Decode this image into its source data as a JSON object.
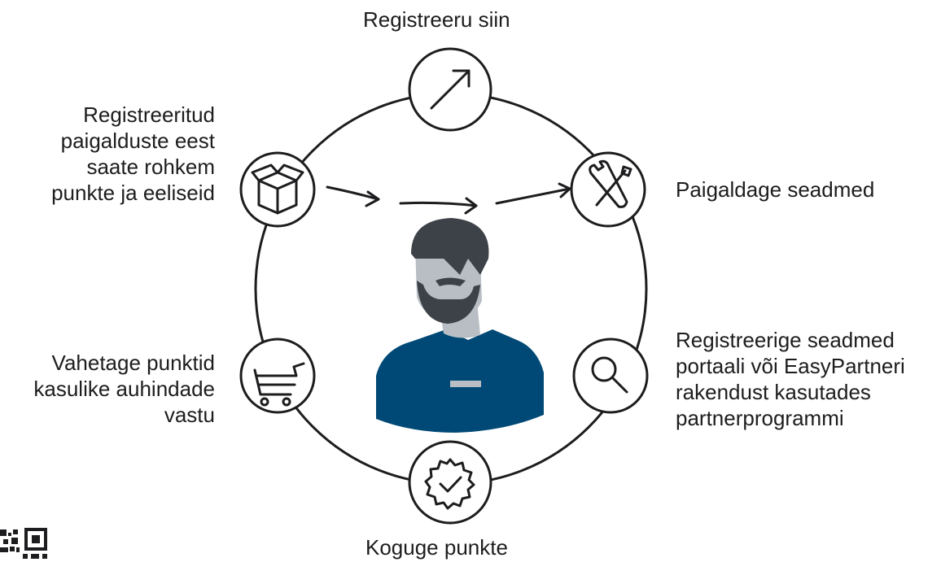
{
  "steps": {
    "register_here": "Registreeru siin",
    "install_devices": "Paigaldage seadmed",
    "register_devices": [
      "Registreerige seadmed",
      "portaali või EasyPartneri",
      "rakendust kasutades",
      "partnerprogrammi"
    ],
    "collect_points": "Koguge punkte",
    "exchange_points": [
      "Vahetage punktid",
      "kasulike auhindade",
      "vastu"
    ],
    "more_points": [
      "Registreeritud",
      "paigalduste eest",
      "saate rohkem",
      "punkte ja eeliseid"
    ]
  },
  "icons": {
    "register_here": "arrow-up-right-icon",
    "install_devices": "tools-icon",
    "register_devices": "magnifier-icon",
    "collect_points": "badge-check-icon",
    "exchange_points": "shopping-cart-icon",
    "more_points": "box-icon"
  },
  "colors": {
    "line": "#1d1d1f",
    "shirt": "#004976",
    "skin": "#b8bec4",
    "hair": "#3d4248"
  }
}
